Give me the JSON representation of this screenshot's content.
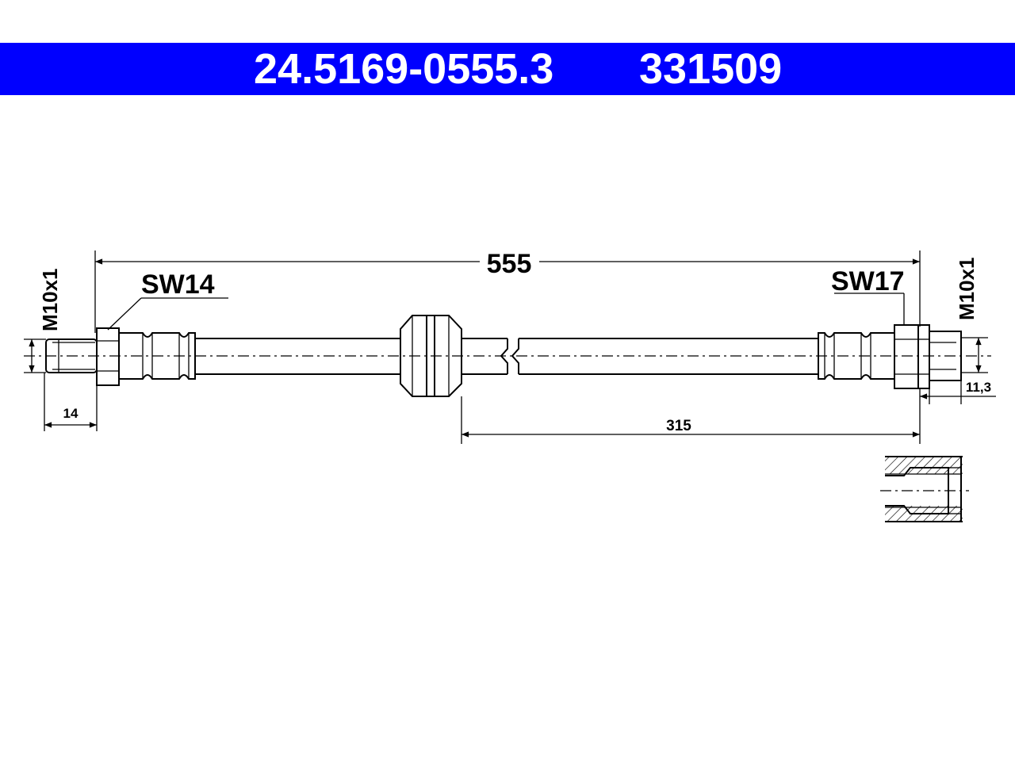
{
  "header": {
    "part_number": "24.5169-0555.3",
    "alt_number": "331509",
    "background": "#0000ff"
  },
  "dimensions": {
    "overall_length": "555",
    "partial_length": "315",
    "left_thread": "M10x1",
    "right_thread": "M10x1",
    "left_wrench": "SW14",
    "right_wrench": "SW17",
    "left_thread_length": "14",
    "right_thread_depth": "11,3"
  }
}
